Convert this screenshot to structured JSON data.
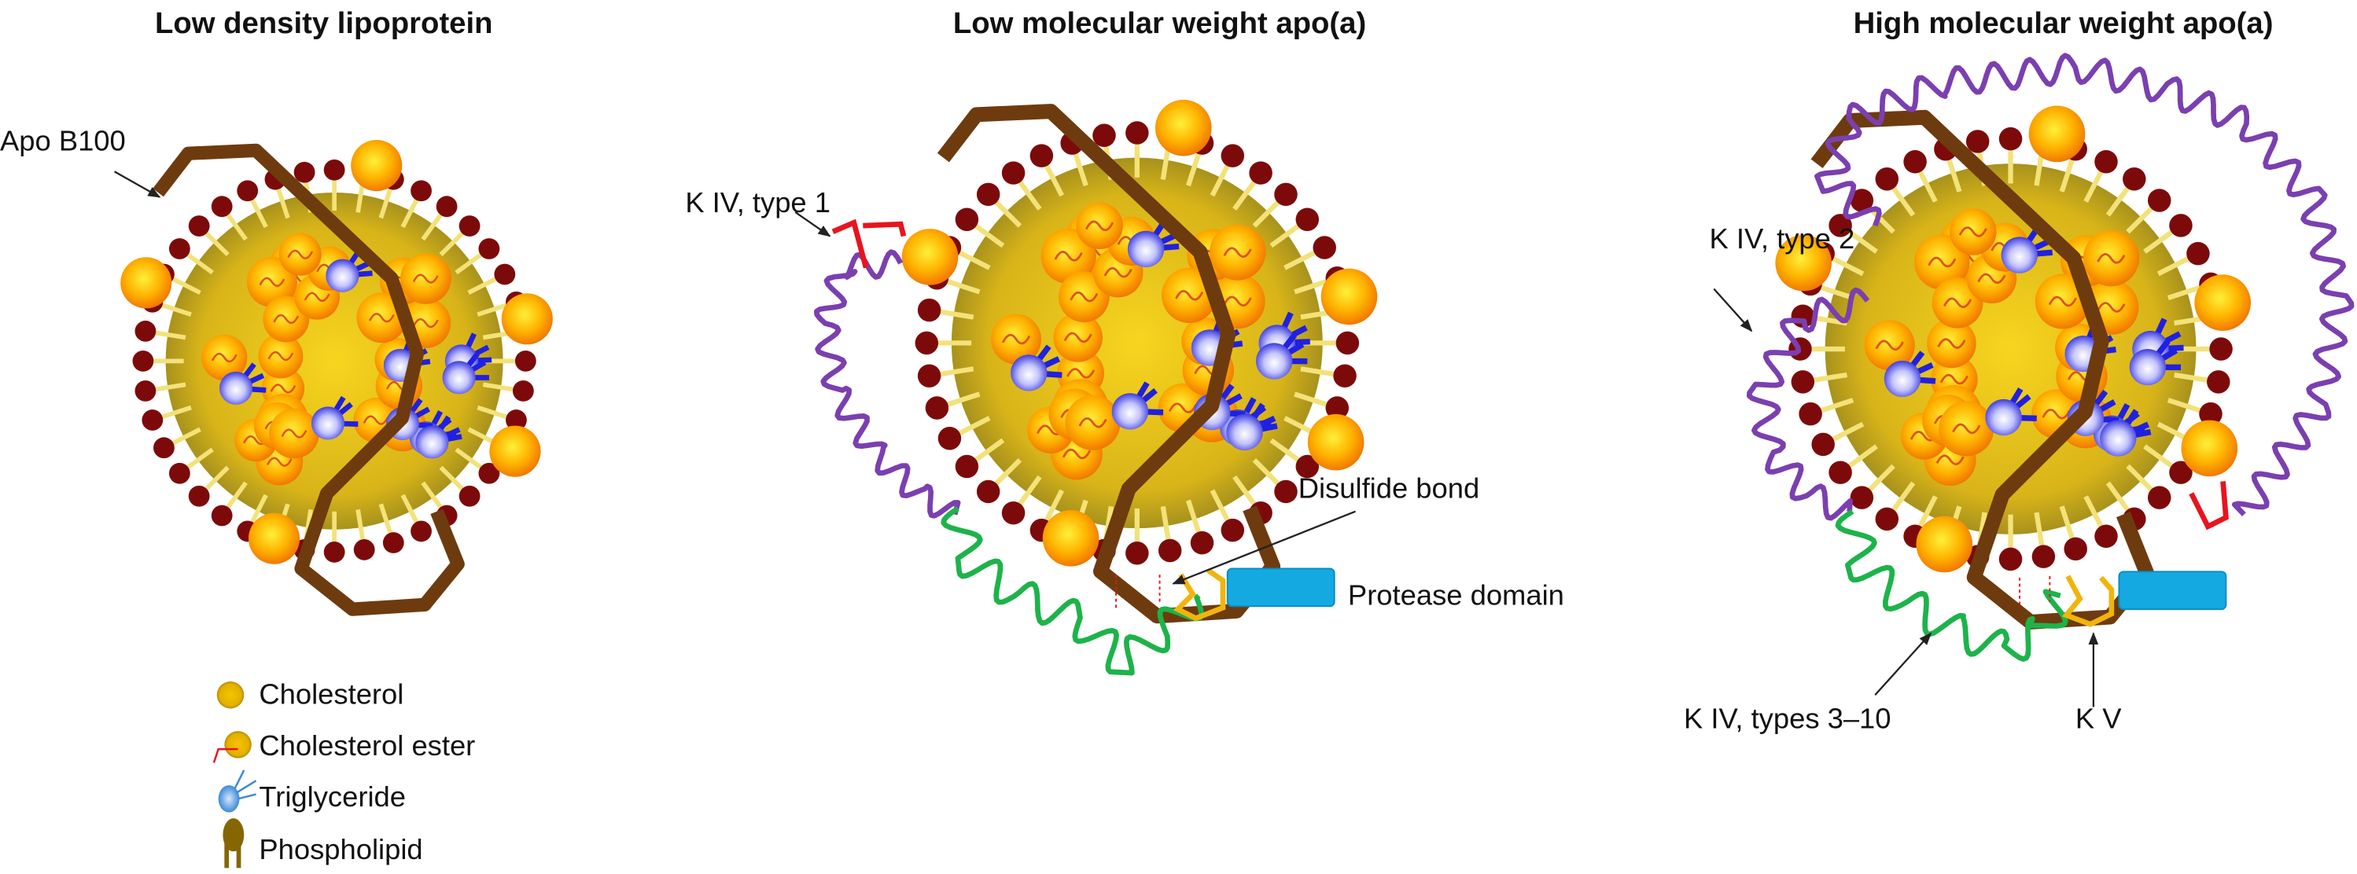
{
  "titles": {
    "ldl": "Low density lipoprotein",
    "lmw": "Low molecular weight apo(a)",
    "hmw": "High molecular weight apo(a)"
  },
  "labels": {
    "apo_b100": "Apo B100",
    "kiv_type1": "K IV, type 1",
    "disulfide": "Disulfide bond",
    "protease": "Protease domain",
    "kiv_type2": "K IV, type 2",
    "kiv_types3_10": "K IV, types 3–10",
    "kv": "K V"
  },
  "legend": [
    {
      "label": "Cholesterol",
      "icon": "cholesterol-icon"
    },
    {
      "label": "Cholesterol ester",
      "icon": "cholesterol-ester-icon"
    },
    {
      "label": "Triglyceride",
      "icon": "triglyceride-icon"
    },
    {
      "label": "Phospholipid",
      "icon": "phospholipid-icon"
    }
  ],
  "colors": {
    "apo_b100": "#6e3b0f",
    "kiv_type1": "#e8141e",
    "kiv_type2": "#7b3fb0",
    "kiv_types3_10": "#1db34a",
    "kv": "#f2b40c",
    "protease": "#14a9e1",
    "phospholipid_head": "#7d0a0a",
    "disulfide": "#e8141e"
  }
}
